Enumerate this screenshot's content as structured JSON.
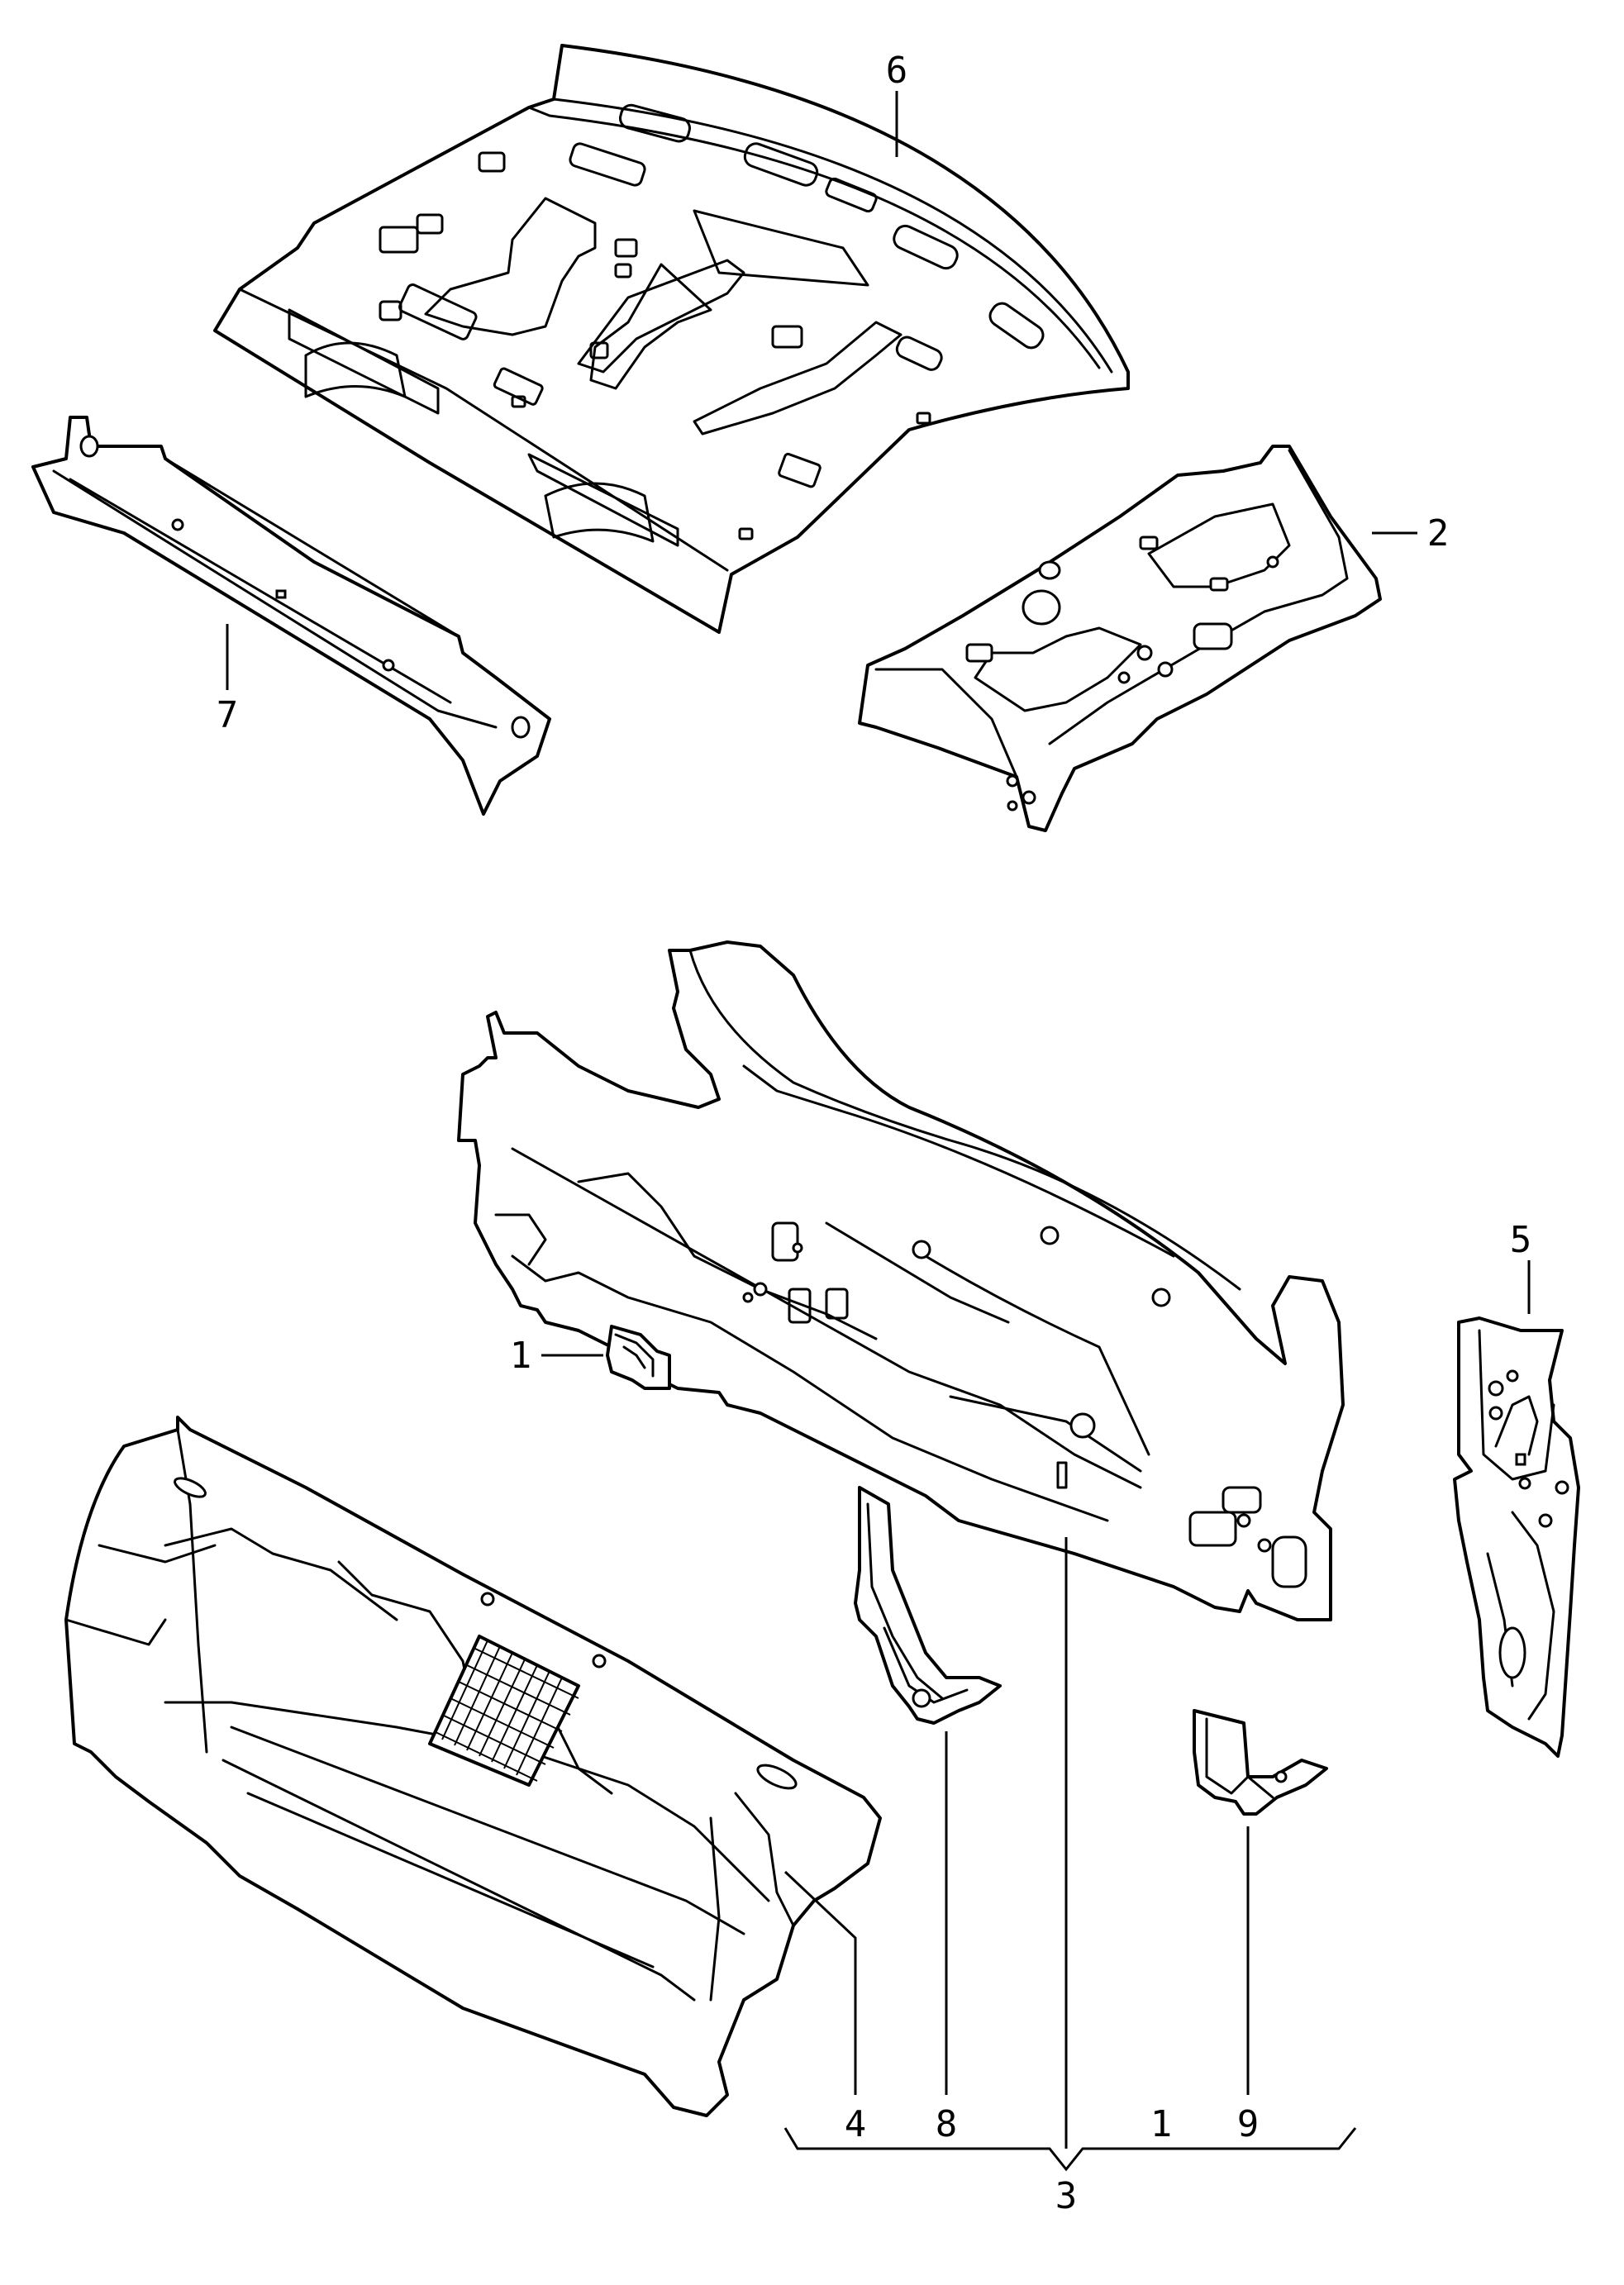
{
  "callouts": {
    "c1_upper": "1",
    "c2": "2",
    "c3": "3",
    "c4": "4",
    "c5": "5",
    "c6": "6",
    "c7": "7",
    "c8": "8",
    "c9": "9",
    "c1_bottom": "1"
  }
}
